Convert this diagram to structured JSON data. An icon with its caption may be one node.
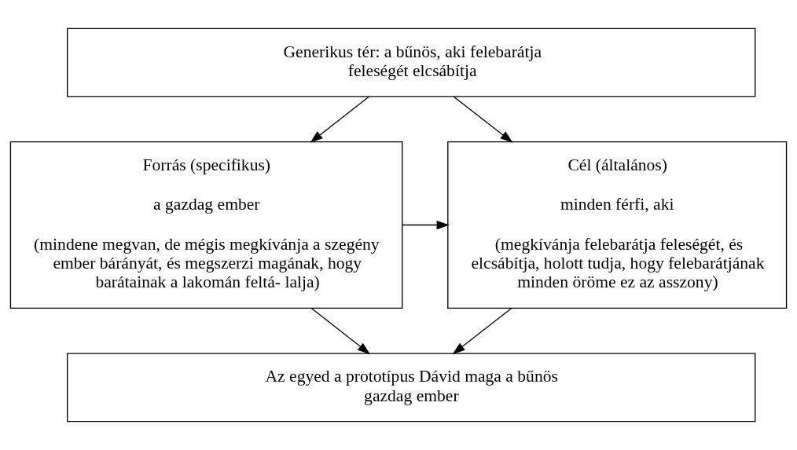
{
  "diagram": {
    "nodes": [
      {
        "text": [
          "Generikus tér: a bűnös, aki felebarátja feleségét elcsábítja"
        ]
      },
      {
        "text": [
          "Forrás (specifikus)",
          "a gazdag ember",
          "(mindene megvan, de mégis megkívánja a szegény ember bárányát, és megszerzi magának, hogy barátainak a lakomán feltá- lalja)"
        ]
      },
      {
        "text": [
          "Cél (általános)",
          "minden férfi, aki",
          "(megkívánja felebarátja feleségét, és elcsábítja, holott tudja, hogy felebarátjának minden öröme ez az asszony)"
        ]
      },
      {
        "text": [
          "Az egyed a prototípus Dávid maga a bűnös gazdag ember"
        ]
      }
    ],
    "edges": [
      {
        "from": 0,
        "to": 1,
        "arrow": "to"
      },
      {
        "from": 0,
        "to": 2,
        "arrow": "to"
      },
      {
        "from": 1,
        "to": 2,
        "arrow": "to"
      },
      {
        "from": 1,
        "to": 3,
        "arrow": "to"
      },
      {
        "from": 2,
        "to": 3,
        "arrow": "to"
      }
    ]
  }
}
